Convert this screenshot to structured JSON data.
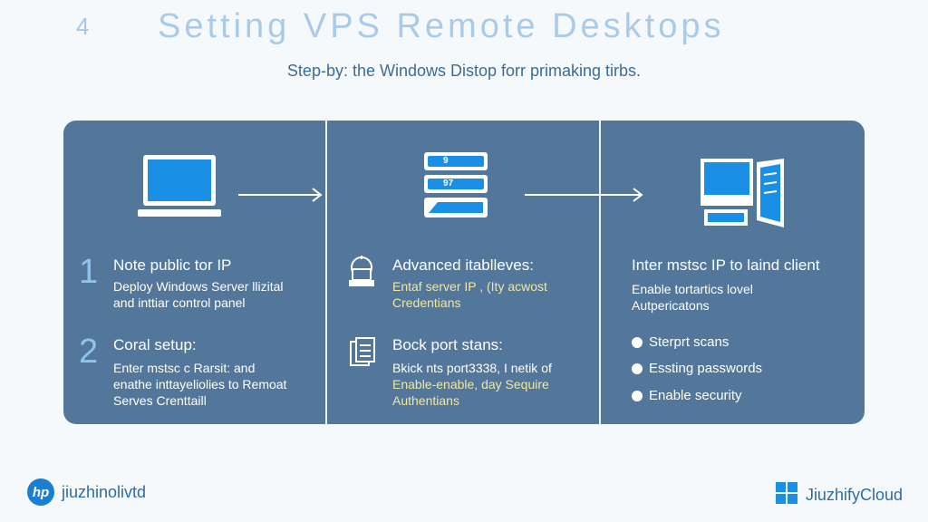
{
  "header": {
    "slide_number": "4",
    "title": "Setting VPS Remote Desktops",
    "subtitle": "Step-by: the Windows Distop forr primaking tirbs."
  },
  "columns": [
    {
      "icon": "laptop-icon",
      "steps": [
        {
          "number": "1",
          "heading": "Note public tor IP",
          "lines": [
            "Deploy Windows Server llizital",
            "and inttiar control panel"
          ]
        },
        {
          "number": "2",
          "heading": "Coral setup:",
          "lines": [
            "Enter mstsc c Rarsit: and",
            "enathe inttayeliolies to Remoat",
            "Serves Crenttaill"
          ]
        }
      ]
    },
    {
      "icon": "server-rack-icon",
      "server_labels": [
        "9",
        "97"
      ],
      "steps": [
        {
          "icon": "gear-server-icon",
          "heading": "Advanced itablleves:",
          "lines": [
            "Entaf server IP , (Ity acwost",
            "Credentians"
          ]
        },
        {
          "icon": "checklist-icon",
          "heading": "Bock port stans:",
          "lines": [
            "Bkick nts port3338, I netik of",
            "Enable-enable, day Sequire",
            "Authentians"
          ]
        }
      ]
    },
    {
      "icon": "desktop-computer-icon",
      "heading": "Inter mstsc IP to laind client",
      "lines": [
        "Enable tortartics lovel",
        "Autpericatons"
      ],
      "bullets": [
        "Sterprt scans",
        "Essting passwords",
        "Enable security"
      ]
    }
  ],
  "footer": {
    "left_logo": "hp",
    "left_brand": "jiuzhinolivtd",
    "right_logo": "windows-logo-icon",
    "right_brand": "JiuzhifyCloud"
  },
  "colors": {
    "panel": "#53779a",
    "accent_blue": "#1a8fe6",
    "title": "#a9cbe8",
    "subtitle": "#3c6c96",
    "highlight_text": "#f2e6a2"
  }
}
